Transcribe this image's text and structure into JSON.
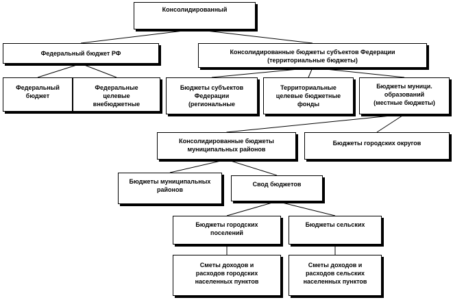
{
  "nodes": {
    "root": [
      "Консолидированный"
    ],
    "federal": [
      "Федеральный бюджет РФ"
    ],
    "consolidated_subjects": [
      "Консолидированные бюджеты субъектов Федерации",
      "(территориальные бюджеты)"
    ],
    "federal_budget": [
      "Федеральный",
      "бюджет"
    ],
    "federal_target": [
      "Федеральные",
      "целевые",
      "внебюджетные"
    ],
    "subject_budgets": [
      "Бюджеты субъектов",
      "Федерации",
      "(региональные"
    ],
    "territorial_target": [
      "Территориальные",
      "целевые бюджетные",
      "фонды"
    ],
    "municipal_budgets": [
      "Бюджеты муници.",
      "образований",
      "(местные бюджеты)"
    ],
    "consolidated_municipal": [
      "Консолидированные бюджеты",
      "муниципальных районов"
    ],
    "city_districts": [
      "Бюджеты городских округов"
    ],
    "municipal_districts": [
      "Бюджеты муниципальных",
      "районов"
    ],
    "budget_set": [
      "Свод бюджетов"
    ],
    "urban_settlements": [
      "Бюджеты городских",
      "поселений"
    ],
    "rural_settlements": [
      "Бюджеты сельских"
    ],
    "urban_estimates": [
      "Сметы доходов и",
      "расходов городских",
      "населенных пунктов"
    ],
    "rural_estimates": [
      "Сметы доходов и",
      "расходов сельских",
      "населенных пунктов"
    ]
  },
  "edges": [
    [
      "root",
      "federal"
    ],
    [
      "root",
      "consolidated_subjects"
    ],
    [
      "federal",
      "federal_budget"
    ],
    [
      "federal",
      "federal_target"
    ],
    [
      "consolidated_subjects",
      "subject_budgets"
    ],
    [
      "consolidated_subjects",
      "territorial_target"
    ],
    [
      "consolidated_subjects",
      "municipal_budgets"
    ],
    [
      "municipal_budgets",
      "consolidated_municipal"
    ],
    [
      "municipal_budgets",
      "city_districts"
    ],
    [
      "consolidated_municipal",
      "municipal_districts"
    ],
    [
      "consolidated_municipal",
      "budget_set"
    ],
    [
      "budget_set",
      "urban_settlements"
    ],
    [
      "budget_set",
      "rural_settlements"
    ],
    [
      "urban_settlements",
      "urban_estimates"
    ],
    [
      "rural_settlements",
      "rural_estimates"
    ]
  ]
}
